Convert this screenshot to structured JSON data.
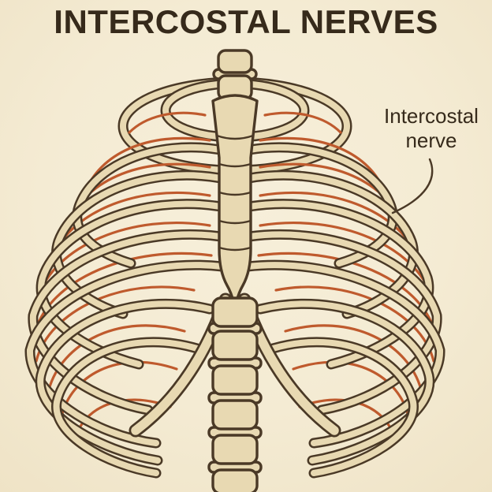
{
  "title": "INTERCOSTAL NERVES",
  "annotation": {
    "line1": "Intercostal",
    "line2": "nerve"
  },
  "colors": {
    "background": "#f4ebd3",
    "outline": "#4a3926",
    "bone_fill": "#e8d9b2",
    "nerve": "#bf5a2d",
    "text": "#362a1b"
  }
}
